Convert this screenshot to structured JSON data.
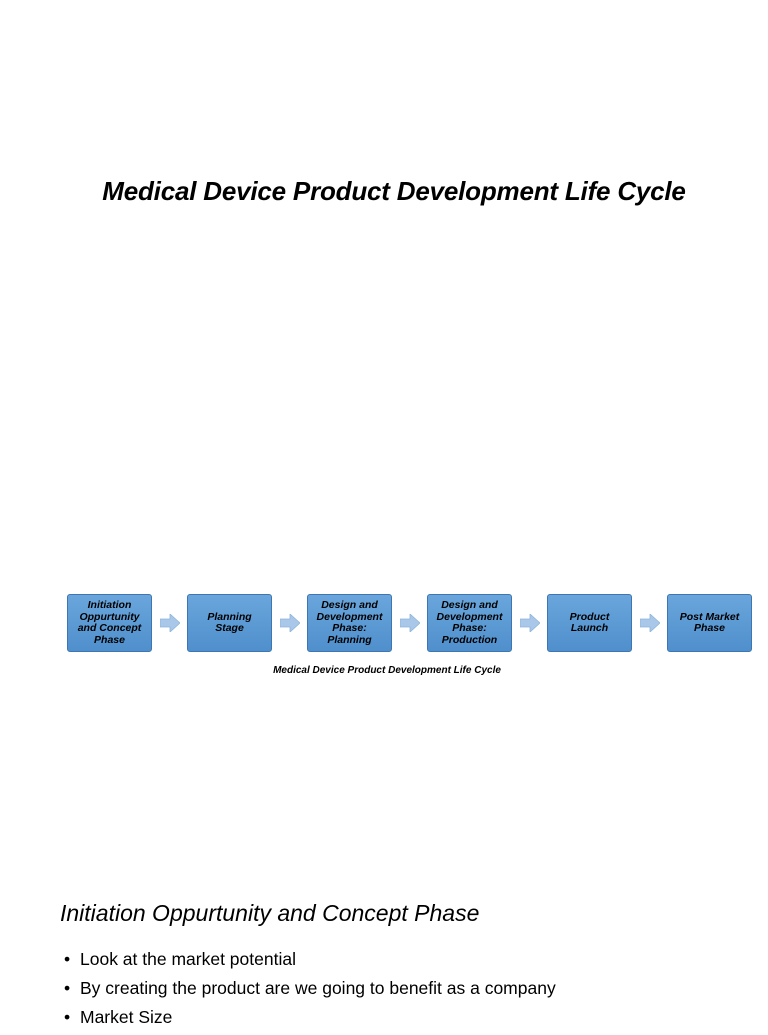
{
  "title": "Medical Device Product Development Life Cycle",
  "diagram": {
    "steps": [
      {
        "lines": [
          "Initiation",
          "Oppurtunity",
          "and Concept",
          "Phase"
        ]
      },
      {
        "lines": [
          "Planning",
          "Stage"
        ]
      },
      {
        "lines": [
          "Design and",
          "Development",
          "Phase:",
          "Planning"
        ]
      },
      {
        "lines": [
          "Design and",
          "Development",
          "Phase:",
          "Production"
        ]
      },
      {
        "lines": [
          "Product",
          "Launch"
        ]
      },
      {
        "lines": [
          "Post Market",
          "Phase"
        ]
      }
    ],
    "caption": "Medical Device Product Development Life Cycle",
    "box_color": "#5b9bd5",
    "arrow_color": "#a9c7e8"
  },
  "section": {
    "heading": "Initiation Oppurtunity and Concept Phase",
    "bullet_glyph": "•",
    "bullets": [
      "Look at the market potential",
      "By creating the product are we going to benefit as a company",
      "Market Size"
    ]
  }
}
